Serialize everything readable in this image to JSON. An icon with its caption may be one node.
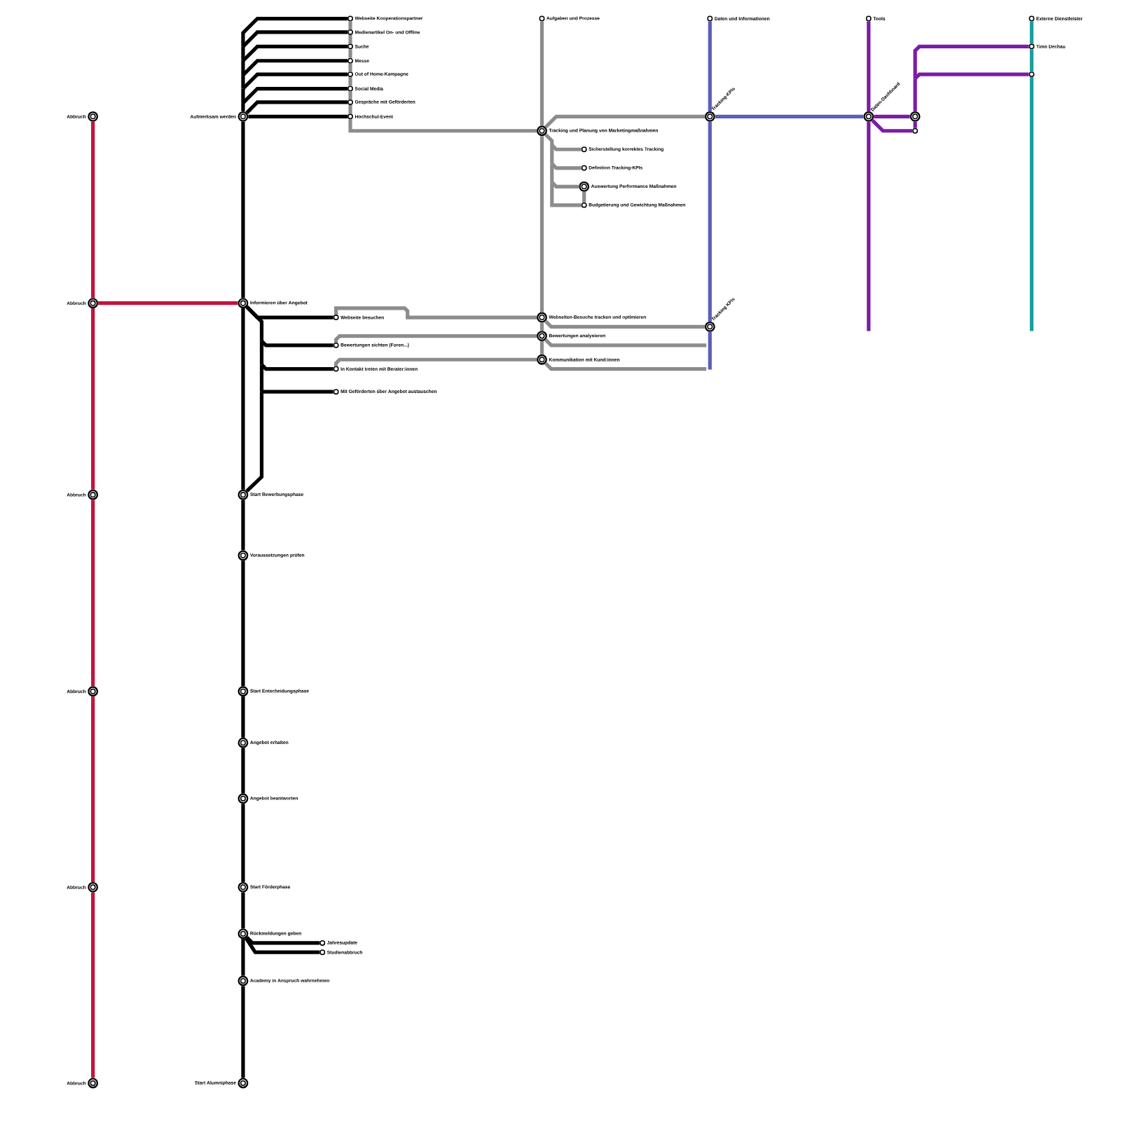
{
  "diagram": {
    "nodes": [
      {
        "text": [
          "Abbruch"
        ]
      },
      {
        "text": [
          "Abbruch"
        ]
      },
      {
        "text": [
          "Abbruch"
        ]
      },
      {
        "text": [
          "Abbruch"
        ]
      },
      {
        "text": [
          "Abbruch"
        ]
      },
      {
        "text": [
          "Abbruch"
        ]
      },
      {
        "text": [
          "Aufmerksam werden"
        ]
      },
      {
        "text": [
          "Informieren über Angebot"
        ]
      },
      {
        "text": [
          "Start Bewerbungsphase"
        ]
      },
      {
        "text": [
          "Voraussetzungen prüfen"
        ]
      },
      {
        "text": [
          "Start Entscheidungsphase"
        ]
      },
      {
        "text": [
          "Angebot erhalten"
        ]
      },
      {
        "text": [
          "Angebot beantworten"
        ]
      },
      {
        "text": [
          "Start Förderphase"
        ]
      },
      {
        "text": [
          "Rückmeldungen geben"
        ]
      },
      {
        "text": [
          "Academy in Anspruch wahrnehmen"
        ]
      },
      {
        "text": [
          "Start Alumniphase"
        ]
      },
      {
        "text": [
          "Webseite Kooperationspartner"
        ]
      },
      {
        "text": [
          "Medienartikel On- und Offline"
        ]
      },
      {
        "text": [
          "Suche"
        ]
      },
      {
        "text": [
          "Messe"
        ]
      },
      {
        "text": [
          "Out of Home-Kampagne"
        ]
      },
      {
        "text": [
          "Social Media"
        ]
      },
      {
        "text": [
          "Gespräche mit Geförderten"
        ]
      },
      {
        "text": [
          "Hochschul-Event"
        ]
      },
      {
        "text": [
          "Webseite besuchen"
        ]
      },
      {
        "text": [
          "Bewertungen sichten (Foren...)"
        ]
      },
      {
        "text": [
          "In Kontakt treten mit Berater:innen"
        ]
      },
      {
        "text": [
          "Mit Geförderten über Angebot austauschen"
        ]
      },
      {
        "text": [
          "Jahresupdate"
        ]
      },
      {
        "text": [
          "Studienabbruch"
        ]
      },
      {
        "text": [
          "Aufgaben und Prozesse"
        ]
      },
      {
        "text": [
          "Tracking und Planung von Marketingmaßnahmen"
        ]
      },
      {
        "text": [
          "Sicherstellung korrektes Tracking"
        ]
      },
      {
        "text": [
          "Definition Tracking-KPIs"
        ]
      },
      {
        "text": [
          "Auswertung Performance Maßnahmen"
        ]
      },
      {
        "text": [
          "Budgetierung und Gewichtung Maßnahmen"
        ]
      },
      {
        "text": [
          "Webseiten-Besuche tracken und optimieren"
        ]
      },
      {
        "text": [
          "Bewertungen analysieren"
        ]
      },
      {
        "text": [
          "Kommunikation mit Kund:innen"
        ]
      },
      {
        "text": [
          "Daten und Informationen"
        ]
      },
      {
        "text": [
          "Tracking-KPIs"
        ]
      },
      {
        "text": [
          "Tracking KPIs"
        ]
      },
      {
        "text": [
          "Tools"
        ]
      },
      {
        "text": [
          "Daten-Dashboard"
        ]
      },
      {
        "text": [],
        "shape": "circle"
      },
      {
        "text": [],
        "shape": "circle"
      },
      {
        "text": [
          "Externe Dienstleister"
        ]
      },
      {
        "text": [
          "Timo Dechau"
        ]
      },
      {
        "text": [],
        "shape": "circle"
      }
    ],
    "edges": [
      {
        "from": 0,
        "to": 1,
        "arrow": "none",
        "color": "#c2143c"
      },
      {
        "from": 1,
        "to": 2,
        "arrow": "none",
        "color": "#c2143c"
      },
      {
        "from": 2,
        "to": 3,
        "arrow": "none",
        "color": "#c2143c"
      },
      {
        "from": 3,
        "to": 4,
        "arrow": "none",
        "color": "#c2143c"
      },
      {
        "from": 4,
        "to": 5,
        "arrow": "none",
        "color": "#c2143c"
      },
      {
        "from": 1,
        "to": 7,
        "arrow": "none",
        "color": "#c2143c"
      },
      {
        "from": 6,
        "to": 7,
        "arrow": "none"
      },
      {
        "from": 7,
        "to": 8,
        "arrow": "none"
      },
      {
        "from": 8,
        "to": 9,
        "arrow": "none"
      },
      {
        "from": 9,
        "to": 10,
        "arrow": "none"
      },
      {
        "from": 10,
        "to": 11,
        "arrow": "none"
      },
      {
        "from": 11,
        "to": 12,
        "arrow": "none"
      },
      {
        "from": 12,
        "to": 13,
        "arrow": "none"
      },
      {
        "from": 13,
        "to": 14,
        "arrow": "none"
      },
      {
        "from": 14,
        "to": 15,
        "arrow": "none"
      },
      {
        "from": 15,
        "to": 16,
        "arrow": "none"
      },
      {
        "from": 6,
        "to": 17,
        "arrow": "none"
      },
      {
        "from": 6,
        "to": 18,
        "arrow": "none"
      },
      {
        "from": 6,
        "to": 19,
        "arrow": "none"
      },
      {
        "from": 6,
        "to": 20,
        "arrow": "none"
      },
      {
        "from": 6,
        "to": 21,
        "arrow": "none"
      },
      {
        "from": 6,
        "to": 22,
        "arrow": "none"
      },
      {
        "from": 6,
        "to": 23,
        "arrow": "none"
      },
      {
        "from": 6,
        "to": 24,
        "arrow": "none"
      },
      {
        "from": 7,
        "to": 25,
        "arrow": "none"
      },
      {
        "from": 7,
        "to": 26,
        "arrow": "none"
      },
      {
        "from": 7,
        "to": 27,
        "arrow": "none"
      },
      {
        "from": 7,
        "to": 28,
        "arrow": "none"
      },
      {
        "from": 7,
        "to": 8,
        "arrow": "none"
      },
      {
        "from": 14,
        "to": 29,
        "arrow": "none"
      },
      {
        "from": 14,
        "to": 30,
        "arrow": "none"
      },
      {
        "from": 17,
        "to": 18,
        "arrow": "none",
        "color": "#8c8c8c"
      },
      {
        "from": 18,
        "to": 19,
        "arrow": "none",
        "color": "#8c8c8c"
      },
      {
        "from": 19,
        "to": 20,
        "arrow": "none",
        "color": "#8c8c8c"
      },
      {
        "from": 20,
        "to": 21,
        "arrow": "none",
        "color": "#8c8c8c"
      },
      {
        "from": 21,
        "to": 22,
        "arrow": "none",
        "color": "#8c8c8c"
      },
      {
        "from": 22,
        "to": 23,
        "arrow": "none",
        "color": "#8c8c8c"
      },
      {
        "from": 23,
        "to": 24,
        "arrow": "none",
        "color": "#8c8c8c"
      },
      {
        "from": 24,
        "to": 32,
        "arrow": "none",
        "color": "#8c8c8c"
      },
      {
        "from": 31,
        "to": 32,
        "arrow": "none",
        "color": "#8c8c8c"
      },
      {
        "from": 32,
        "to": 41,
        "arrow": "none",
        "color": "#8c8c8c"
      },
      {
        "from": 32,
        "to": 33,
        "arrow": "none",
        "color": "#8c8c8c"
      },
      {
        "from": 32,
        "to": 34,
        "arrow": "none",
        "color": "#8c8c8c"
      },
      {
        "from": 32,
        "to": 35,
        "arrow": "none",
        "color": "#8c8c8c"
      },
      {
        "from": 32,
        "to": 36,
        "arrow": "none",
        "color": "#8c8c8c"
      },
      {
        "from": 35,
        "to": 36,
        "arrow": "none",
        "color": "#8c8c8c"
      },
      {
        "from": 32,
        "to": 37,
        "arrow": "none",
        "color": "#8c8c8c"
      },
      {
        "from": 37,
        "to": 38,
        "arrow": "none",
        "color": "#8c8c8c"
      },
      {
        "from": 38,
        "to": 39,
        "arrow": "none",
        "color": "#8c8c8c"
      },
      {
        "from": 25,
        "to": 37,
        "arrow": "none",
        "color": "#8c8c8c"
      },
      {
        "from": 26,
        "to": 38,
        "arrow": "none",
        "color": "#8c8c8c"
      },
      {
        "from": 27,
        "to": 39,
        "arrow": "none",
        "color": "#8c8c8c"
      },
      {
        "from": 37,
        "to": 42,
        "arrow": "none",
        "color": "#8c8c8c"
      },
      {
        "from": 38,
        "to": null,
        "arrow": "none",
        "color": "#8c8c8c"
      },
      {
        "from": 39,
        "to": null,
        "arrow": "none",
        "color": "#8c8c8c"
      },
      {
        "from": 40,
        "to": 41,
        "arrow": "none",
        "color": "#5b5eba"
      },
      {
        "from": 41,
        "to": 42,
        "arrow": "none",
        "color": "#5b5eba"
      },
      {
        "from": 41,
        "to": 44,
        "arrow": "none",
        "color": "#5b5eba"
      },
      {
        "from": 42,
        "to": null,
        "arrow": "none",
        "color": "#5b5eba"
      },
      {
        "from": 43,
        "to": 44,
        "arrow": "none",
        "color": "#7a1ca8"
      },
      {
        "from": 44,
        "to": null,
        "arrow": "none",
        "color": "#7a1ca8"
      },
      {
        "from": 44,
        "to": 45,
        "arrow": "none",
        "color": "#7a1ca8"
      },
      {
        "from": 44,
        "to": 46,
        "arrow": "none",
        "color": "#7a1ca8"
      },
      {
        "from": 45,
        "to": 46,
        "arrow": "none",
        "color": "#7a1ca8"
      },
      {
        "from": 45,
        "to": 48,
        "arrow": "none",
        "color": "#7a1ca8"
      },
      {
        "from": 45,
        "to": 49,
        "arrow": "none",
        "color": "#7a1ca8"
      },
      {
        "from": 47,
        "to": 48,
        "arrow": "none",
        "color": "#1a9e9e"
      },
      {
        "from": 48,
        "to": 49,
        "arrow": "none",
        "color": "#1a9e9e"
      },
      {
        "from": 49,
        "to": null,
        "arrow": "none",
        "color": "#1a9e9e"
      }
    ]
  }
}
